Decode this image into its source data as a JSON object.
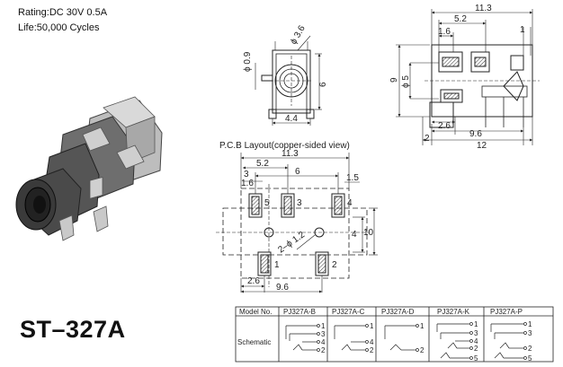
{
  "rating": "Rating:DC 30V 0.5A",
  "life": "Life:50,000 Cycles",
  "model": "ST–327A",
  "front_view": {
    "phi36": "ϕ 3.6",
    "phi09": "ϕ 0.9",
    "h6": "6",
    "w44": "4.4"
  },
  "side_view": {
    "w113": "11.3",
    "w52": "5.2",
    "w16": "1.6",
    "w1": "1",
    "h9": "9",
    "phi5": "ϕ 5",
    "w26": "2.6",
    "w96": "9.6",
    "w2": "2",
    "w12": "12"
  },
  "pcb": {
    "title": "P.C.B Layout(copper-sided view)",
    "w113": "11.3",
    "w52": "5.2",
    "w6": "6",
    "w3": "3",
    "w16": "1.6",
    "w15": "1.5",
    "h4": "4",
    "h10": "10",
    "hole": "2–ϕ 1.2",
    "w26": "2.6",
    "w96": "9.6",
    "pins": {
      "p5": "5",
      "p3": "3",
      "p4": "4",
      "p1": "1",
      "p2": "2"
    }
  },
  "table": {
    "header_label": "Model No.",
    "row_label": "Schematic",
    "models": [
      "PJ327A-B",
      "PJ327A-C",
      "PJ327A-D",
      "PJ327A-K",
      "PJ327A-P"
    ],
    "pins": {
      "b": [
        "1",
        "3",
        "4",
        "2"
      ],
      "c": [
        "1",
        "4",
        "2"
      ],
      "d": [
        "1",
        "2"
      ],
      "k": [
        "1",
        "3",
        "4",
        "2",
        "5"
      ],
      "p": [
        "1",
        "3",
        "2",
        "5"
      ]
    }
  }
}
